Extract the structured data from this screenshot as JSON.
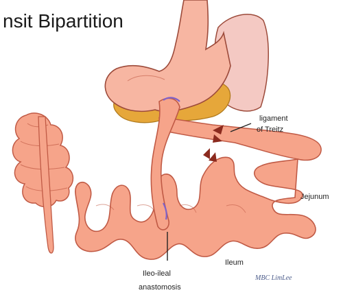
{
  "title": "nsit Bipartition",
  "labels": {
    "ligament": "ligament",
    "of_treitz": "of Treitz",
    "jejunum": "Jejunum",
    "ileum": "Ileum",
    "ileo_ileal": "Ileo-ileal",
    "anastomosis": "anastomosis"
  },
  "signature": "MBC LimLee",
  "colors": {
    "bowel_fill": "#f6a48a",
    "bowel_edge": "#c05a45",
    "stomach_fill": "#f7b6a2",
    "pancreas": "#e6a73a",
    "spleen_fill": "#f4c9c3",
    "ligament_mark": "#8b2a1e",
    "anastomosis_mark": "#7f62c9"
  }
}
